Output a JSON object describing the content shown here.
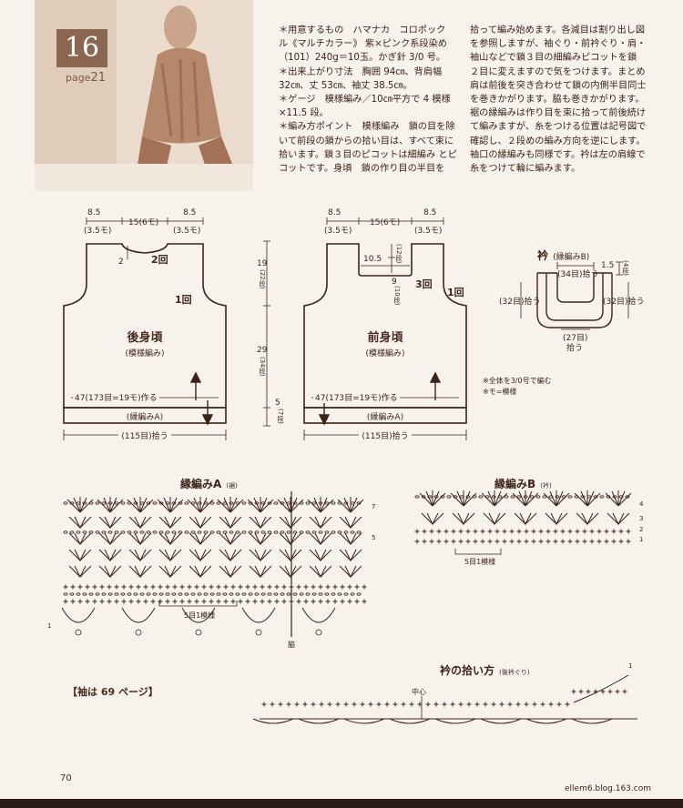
{
  "header": {
    "pattern_number": "16",
    "page_ref_prefix": "page",
    "page_ref_number": "21"
  },
  "instructions": {
    "col1": [
      "＊用意するもの　ハマナカ　コロポック",
      "ル《マルチカラー》 紫×ピンク系段染め",
      "（101）240g＝10玉。かぎ針 3/0 号。",
      "＊出来上がり寸法　胸囲 94㎝、背肩幅",
      "32㎝、丈 53㎝、袖丈 38.5㎝。",
      "＊ゲージ　模様編み／10㎝平方で 4 模様",
      "×11.5 段。",
      "＊編み方ポイント　模様編み　鎖の目を除",
      "いて前段の鎖からの拾い目は、すべて束に",
      "拾います。鎖３目のピコットは細編み とピ",
      "コットです。身頃　鎖の作り目の半目を"
    ],
    "col2": [
      "拾って編み始めます。各減目は割り出し図",
      "を参照しますが、袖ぐり・前衿ぐり・肩・",
      "袖山などで鎖３目の細編みピコットを鎖",
      "２目に変えますので気をつけます。まとめ",
      "肩は前後を突き合わせて鎖の内側半目同士",
      "を巻きかがります。脇も巻きかがります。",
      "裾の縁編みは作り目を束に拾って前後続け",
      "て編みますが、糸をつける位置は記号図で",
      "確認し、２段めの編み方向を逆にします。",
      "袖口の縁編みも同様です。衿は左の肩線で",
      "糸をつけて輪に編みます。"
    ]
  },
  "back_body": {
    "top_dims": [
      "8.5",
      "15(6モ)",
      "8.5"
    ],
    "top_sub": [
      "(3.5モ)",
      "(3.5モ)"
    ],
    "neck_depth": "2",
    "neck_mark": "2回",
    "armhole_mark": "1回",
    "name": "後身頃",
    "stitch": "(模様編み)",
    "cast_on": "47(173目=19モ)作る",
    "border": "(縁編みA)",
    "pickup": "(115目)拾う"
  },
  "side_dims": {
    "armhole": "19",
    "armhole_rows": "(22段)",
    "body": "29",
    "body_rows": "(34段)",
    "border": "5",
    "border_rows": "(7段)"
  },
  "front_body": {
    "top_dims": [
      "8.5",
      "15(6モ)",
      "8.5"
    ],
    "top_sub": [
      "(3.5モ)",
      "(3.5モ)"
    ],
    "neck_width": "10.5",
    "neck_rows": "(12段)",
    "neck_depth": "9",
    "neck_depth_rows": "(10段)",
    "neck_mark": "3回",
    "armhole_mark": "1回",
    "name": "前身頃",
    "stitch": "(模様編み)",
    "cast_on": "47(173目=19モ)作る",
    "border": "(縁編みA)",
    "pickup": "(115目)拾う"
  },
  "collar": {
    "title": "衿",
    "stitch": "(縁編みB)",
    "top": "(34目)拾う",
    "height": "1.5",
    "height_rows": "(4段)",
    "left": "(32目)拾う",
    "right": "(32目)拾う",
    "bottom": "(27目)",
    "bottom2": "拾う"
  },
  "notes": [
    "※全体を3/0号で編む",
    "※モ=模様"
  ],
  "chart_a": {
    "title": "縁編みA",
    "subtitle": "(裾)",
    "repeat": "5目1模様",
    "side_label": "脇",
    "rows": [
      "7",
      "5",
      "1"
    ]
  },
  "chart_b": {
    "title": "縁編みB",
    "subtitle": "(衿)",
    "repeat": "5目1模様",
    "rows": [
      "4",
      "3",
      "2",
      "1"
    ]
  },
  "collar_pickup": {
    "title": "衿の拾い方",
    "subtitle": "(後衿ぐり)",
    "center": "中心",
    "row": "1"
  },
  "sleeve_ref": "【袖は 69 ページ】",
  "page_number": "70",
  "watermark": "ellem6.blog.163.com"
}
